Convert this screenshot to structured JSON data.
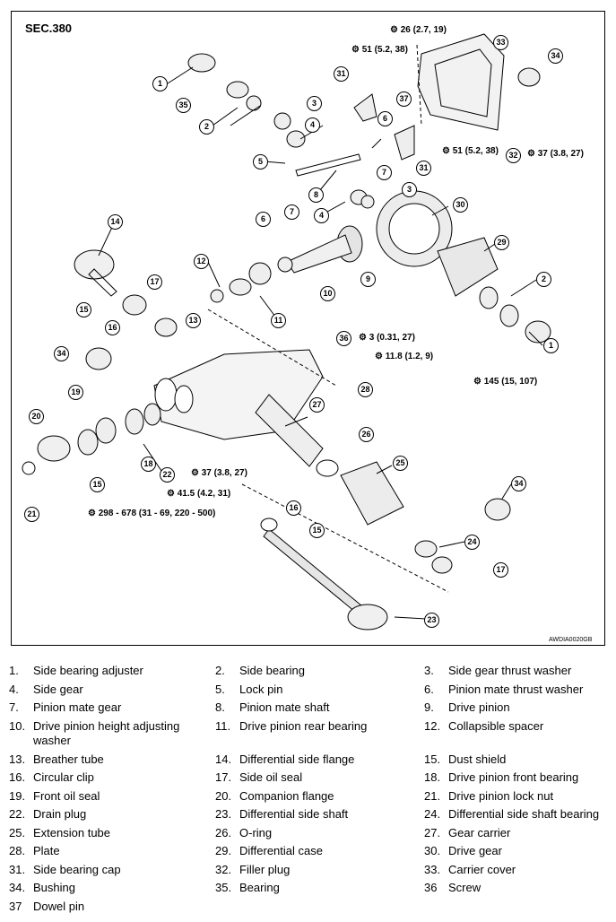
{
  "section": "SEC.380",
  "figure_code": "AWDIA0020GB",
  "callouts": {
    "torque_1": "26 (2.7, 19)",
    "torque_2": "51 (5.2, 38)",
    "torque_3": "51 (5.2, 38)",
    "torque_4": "37 (3.8, 27)",
    "torque_5": "3 (0.31, 27)",
    "torque_6": "11.8 (1.2, 9)",
    "torque_7": "145 (15, 107)",
    "torque_8": "37 (3.8, 27)",
    "torque_9": "41.5 (4.2, 31)",
    "torque_10": "298 - 678 (31 - 69, 220 - 500)"
  },
  "legend": [
    {
      "num": "1.",
      "name": "Side bearing adjuster"
    },
    {
      "num": "2.",
      "name": "Side bearing"
    },
    {
      "num": "3.",
      "name": "Side gear thrust washer"
    },
    {
      "num": "4.",
      "name": "Side gear"
    },
    {
      "num": "5.",
      "name": "Lock pin"
    },
    {
      "num": "6.",
      "name": "Pinion mate thrust washer"
    },
    {
      "num": "7.",
      "name": "Pinion mate gear"
    },
    {
      "num": "8.",
      "name": "Pinion mate shaft"
    },
    {
      "num": "9.",
      "name": "Drive pinion"
    },
    {
      "num": "10.",
      "name": "Drive pinion height adjusting washer"
    },
    {
      "num": "11.",
      "name": "Drive pinion rear bearing"
    },
    {
      "num": "12.",
      "name": "Collapsible spacer"
    },
    {
      "num": "13.",
      "name": "Breather tube"
    },
    {
      "num": "14.",
      "name": "Differential side flange"
    },
    {
      "num": "15.",
      "name": "Dust shield"
    },
    {
      "num": "16.",
      "name": "Circular clip"
    },
    {
      "num": "17.",
      "name": "Side oil seal"
    },
    {
      "num": "18.",
      "name": "Drive pinion front bearing"
    },
    {
      "num": "19.",
      "name": "Front oil seal"
    },
    {
      "num": "20.",
      "name": "Companion flange"
    },
    {
      "num": "21.",
      "name": "Drive pinion lock nut"
    },
    {
      "num": "22.",
      "name": "Drain plug"
    },
    {
      "num": "23.",
      "name": "Differential side shaft"
    },
    {
      "num": "24.",
      "name": "Differential side shaft bearing"
    },
    {
      "num": "25.",
      "name": "Extension tube"
    },
    {
      "num": "26.",
      "name": "O-ring"
    },
    {
      "num": "27.",
      "name": "Gear carrier"
    },
    {
      "num": "28.",
      "name": "Plate"
    },
    {
      "num": "29.",
      "name": "Differential case"
    },
    {
      "num": "30.",
      "name": "Drive gear"
    },
    {
      "num": "31.",
      "name": "Side bearing cap"
    },
    {
      "num": "32.",
      "name": "Filler plug"
    },
    {
      "num": "33.",
      "name": "Carrier cover"
    },
    {
      "num": "34.",
      "name": "Bushing"
    },
    {
      "num": "35.",
      "name": "Bearing"
    },
    {
      "num": "36",
      "name": "Screw"
    },
    {
      "num": "37",
      "name": "Dowel pin"
    }
  ],
  "labels": [
    "1",
    "2",
    "3",
    "4",
    "5",
    "6",
    "7",
    "8",
    "9",
    "10",
    "11",
    "12",
    "13",
    "14",
    "15",
    "16",
    "17",
    "18",
    "19",
    "20",
    "21",
    "22",
    "23",
    "24",
    "25",
    "26",
    "27",
    "28",
    "29",
    "30",
    "31",
    "32",
    "33",
    "34",
    "35",
    "36",
    "37"
  ]
}
